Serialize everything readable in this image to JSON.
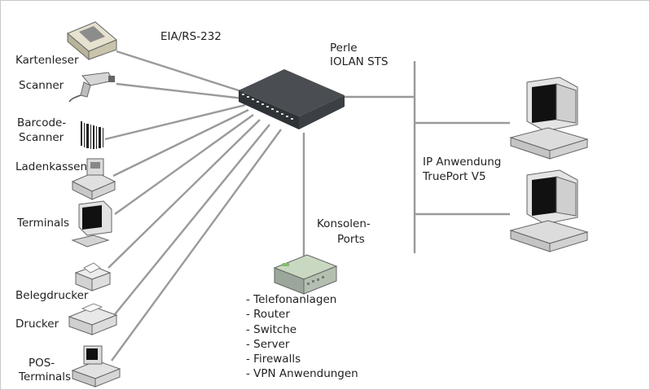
{
  "labels": {
    "eia": "EIA/RS-232",
    "perle_line1": "Perle",
    "perle_line2": "IOLAN STS",
    "ip_line1": "IP Anwendung",
    "ip_line2": "TruePort V5",
    "konsolen_line1": "Konsolen-",
    "konsolen_line2": "Ports"
  },
  "devices": [
    {
      "key": "kartenleser",
      "label": "Kartenleser"
    },
    {
      "key": "scanner",
      "label": "Scanner"
    },
    {
      "key": "barcode",
      "label_line1": "Barcode-",
      "label_line2": "Scanner"
    },
    {
      "key": "ladenkassen",
      "label": "Ladenkassen"
    },
    {
      "key": "terminals",
      "label": "Terminals"
    },
    {
      "key": "belegdrucker",
      "label": "Belegdrucker"
    },
    {
      "key": "drucker",
      "label": "Drucker"
    },
    {
      "key": "pos",
      "label_line1": "POS-",
      "label_line2": "Terminals"
    }
  ],
  "console_devices": [
    "- Telefonanlagen",
    "- Router",
    "- Switche",
    "- Server",
    "- Firewalls",
    "- VPN Anwendungen"
  ],
  "colors": {
    "wire": "#9a9a9a",
    "device_dark": "#3c3f44",
    "device_light": "#e3e3e3",
    "console_green": "#9fbf8f"
  }
}
